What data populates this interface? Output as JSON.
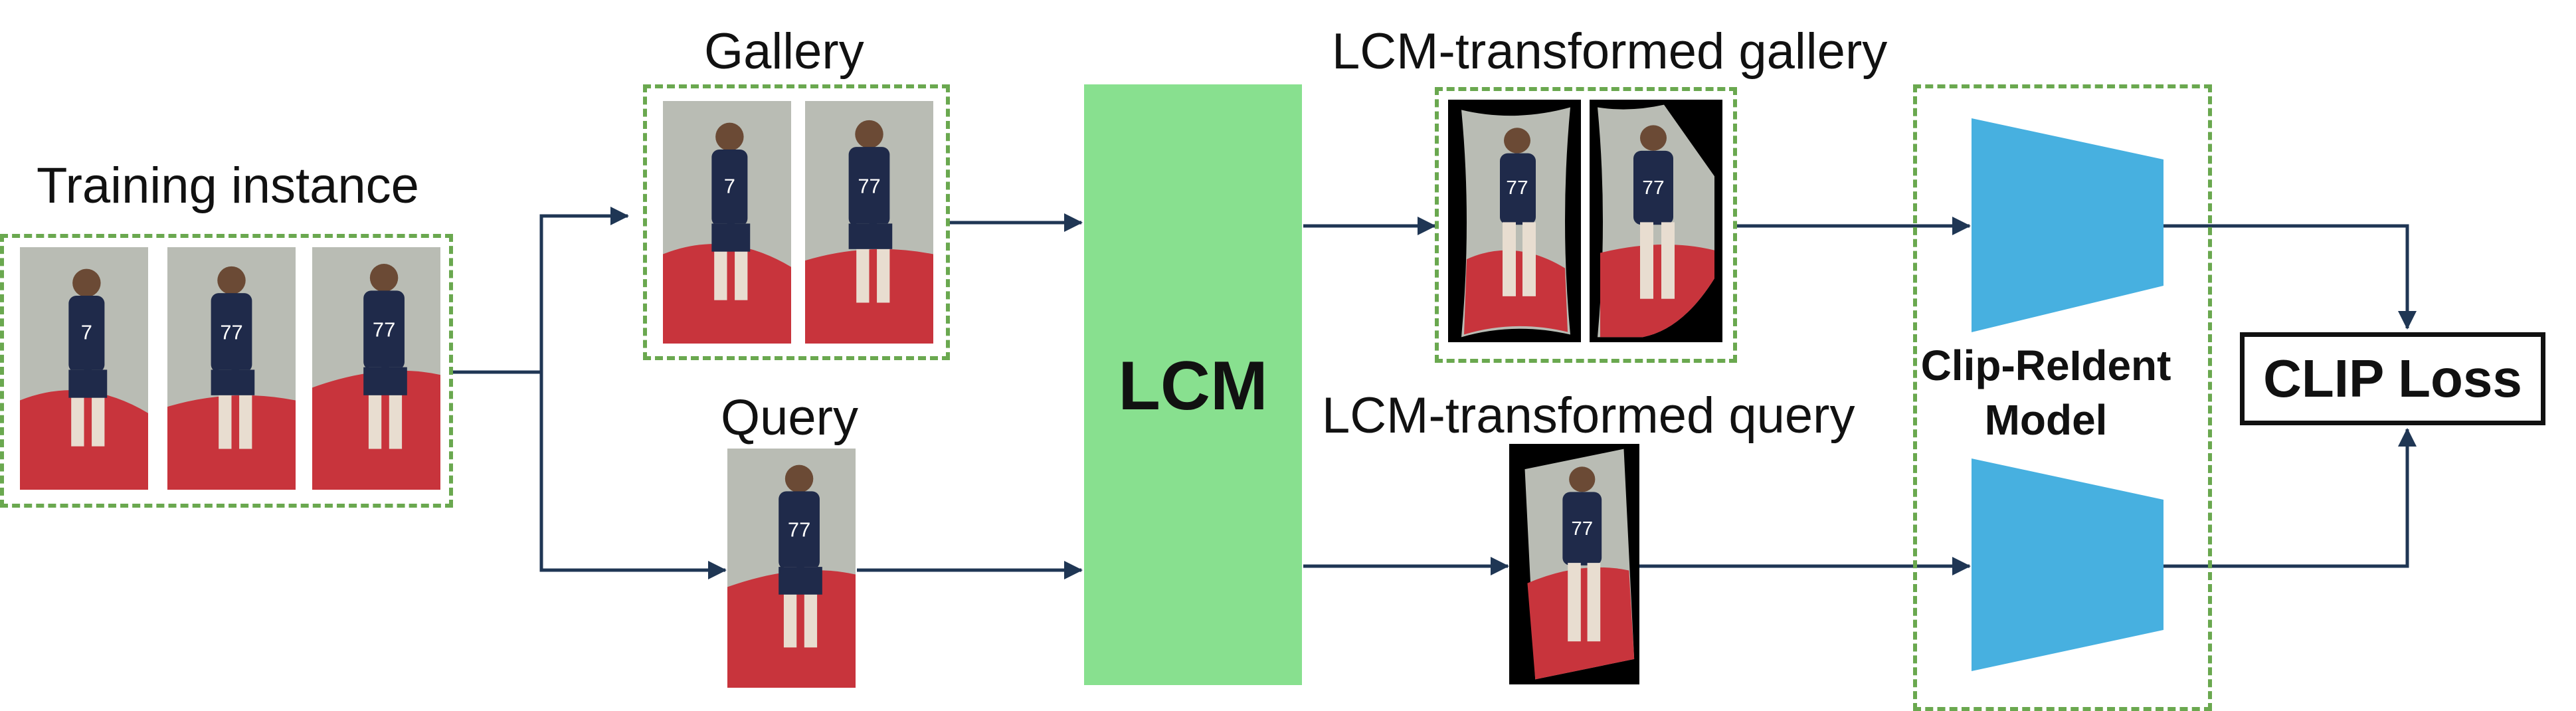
{
  "labels": {
    "training": "Training instance",
    "gallery": "Gallery",
    "query": "Query",
    "lcm": "LCM",
    "lcm_gallery": "LCM-transformed gallery",
    "lcm_query": "LCM-transformed query",
    "model_line1": "Clip-ReIdent",
    "model_line2": "Model",
    "loss": "CLIP Loss"
  },
  "colors": {
    "dashed_border": "#6aa84f",
    "lcm_block": "#88e08f",
    "encoder": "#47b0e0",
    "arrow": "#1f3654",
    "court_floor": "#b9bcb4",
    "court_red": "#c8343c",
    "jersey": "#1f2a4a"
  },
  "images": {
    "training": [
      "player-frame-1",
      "player-frame-2",
      "player-frame-3"
    ],
    "gallery": [
      "player-frame-1",
      "player-frame-2"
    ],
    "query": [
      "player-frame-3"
    ],
    "lcm_gallery": [
      "warped-frame-1",
      "warped-frame-2"
    ],
    "lcm_query": [
      "warped-frame-3"
    ],
    "jersey_number": "77"
  }
}
